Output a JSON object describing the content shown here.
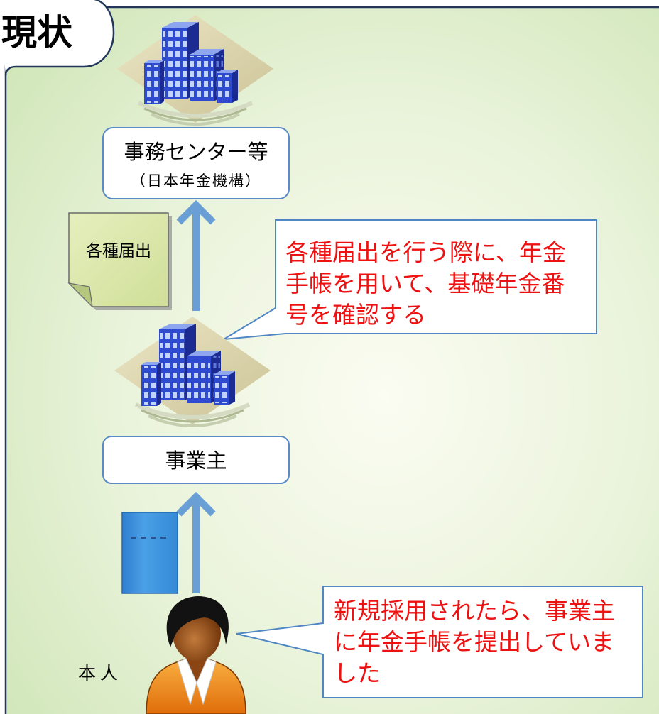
{
  "header": {
    "tab_label": "現状"
  },
  "nodes": {
    "office": {
      "title": "事務センター等",
      "subtitle": "（日本年金機構）"
    },
    "employer": {
      "title": "事業主"
    },
    "person": {
      "label": "本人"
    }
  },
  "documents": {
    "notification_note": {
      "label": "各種届出"
    }
  },
  "callouts": {
    "employer_note": {
      "lines": [
        "各種届出を行う際に、年金",
        "手帳を用いて、基礎年金番",
        "号を確認する"
      ]
    },
    "person_note": {
      "lines": [
        "新規採用されたら、事業主",
        "に年金手帳を提出していま",
        "した"
      ]
    }
  },
  "icons": {
    "office_building": "building-icon",
    "employer_building": "building-icon",
    "person": "person-icon",
    "pension_book": "book-icon",
    "notification_note": "note-icon",
    "flow_arrows": "arrow-up-icon"
  },
  "colors": {
    "panel_border": "#23375b",
    "box_border": "#5a8bc6",
    "callout_border": "#4f86c4",
    "callout_text": "#ee1111",
    "arrow": "#6a9fd6",
    "building_blue": "#2e4bd0",
    "book_blue": "#3b8fda",
    "person_orange": "#f28a1e"
  }
}
